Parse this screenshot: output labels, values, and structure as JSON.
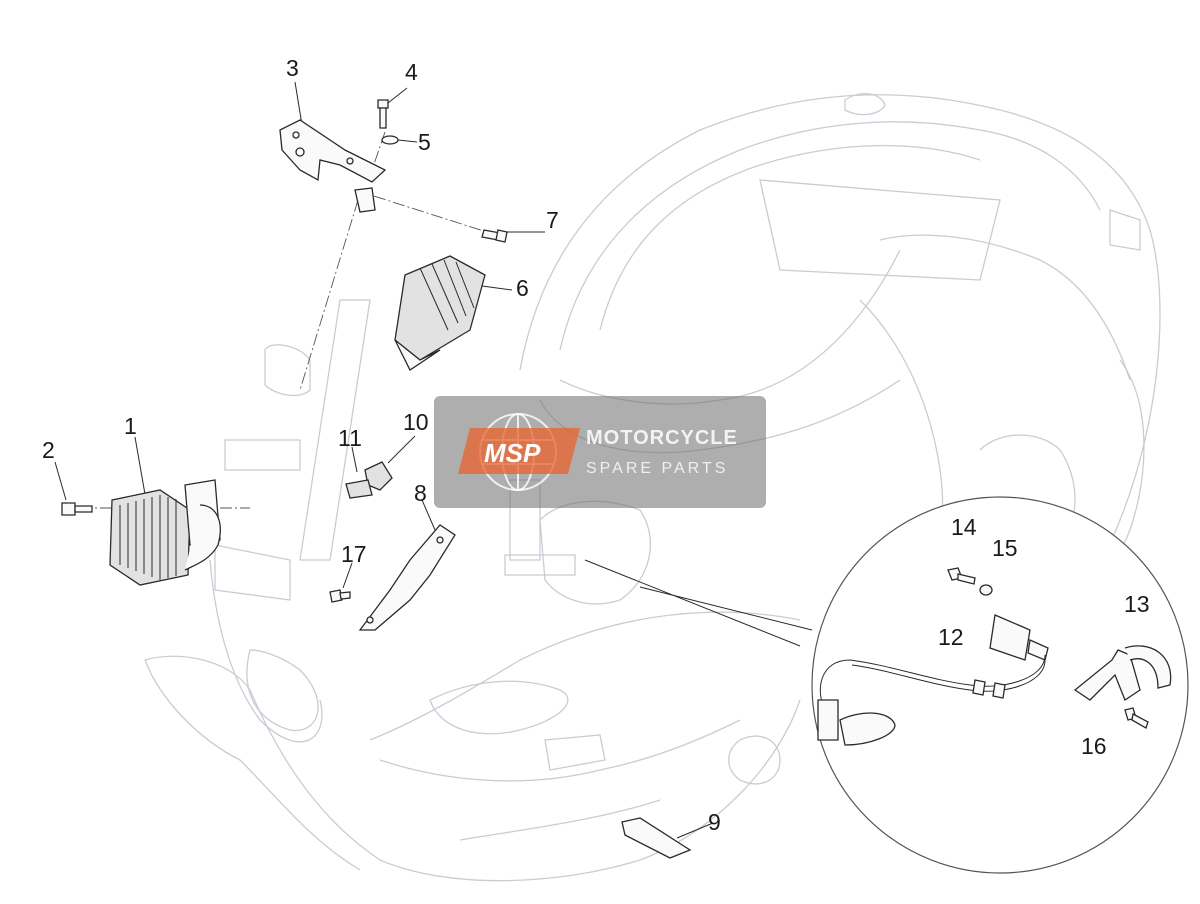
{
  "watermark": {
    "logo_text": "MSP",
    "line1": "MOTORCYCLE",
    "line2": "SPARE PARTS",
    "accent_color": "#e8612c"
  },
  "callouts": [
    {
      "id": "1",
      "label": "1"
    },
    {
      "id": "2",
      "label": "2"
    },
    {
      "id": "3",
      "label": "3"
    },
    {
      "id": "4",
      "label": "4"
    },
    {
      "id": "5",
      "label": "5"
    },
    {
      "id": "6",
      "label": "6"
    },
    {
      "id": "7",
      "label": "7"
    },
    {
      "id": "8",
      "label": "8"
    },
    {
      "id": "9",
      "label": "9"
    },
    {
      "id": "10",
      "label": "10"
    },
    {
      "id": "11",
      "label": "11"
    },
    {
      "id": "12",
      "label": "12"
    },
    {
      "id": "13",
      "label": "13"
    },
    {
      "id": "14",
      "label": "14"
    },
    {
      "id": "15",
      "label": "15"
    },
    {
      "id": "16",
      "label": "16"
    },
    {
      "id": "17",
      "label": "17"
    }
  ]
}
